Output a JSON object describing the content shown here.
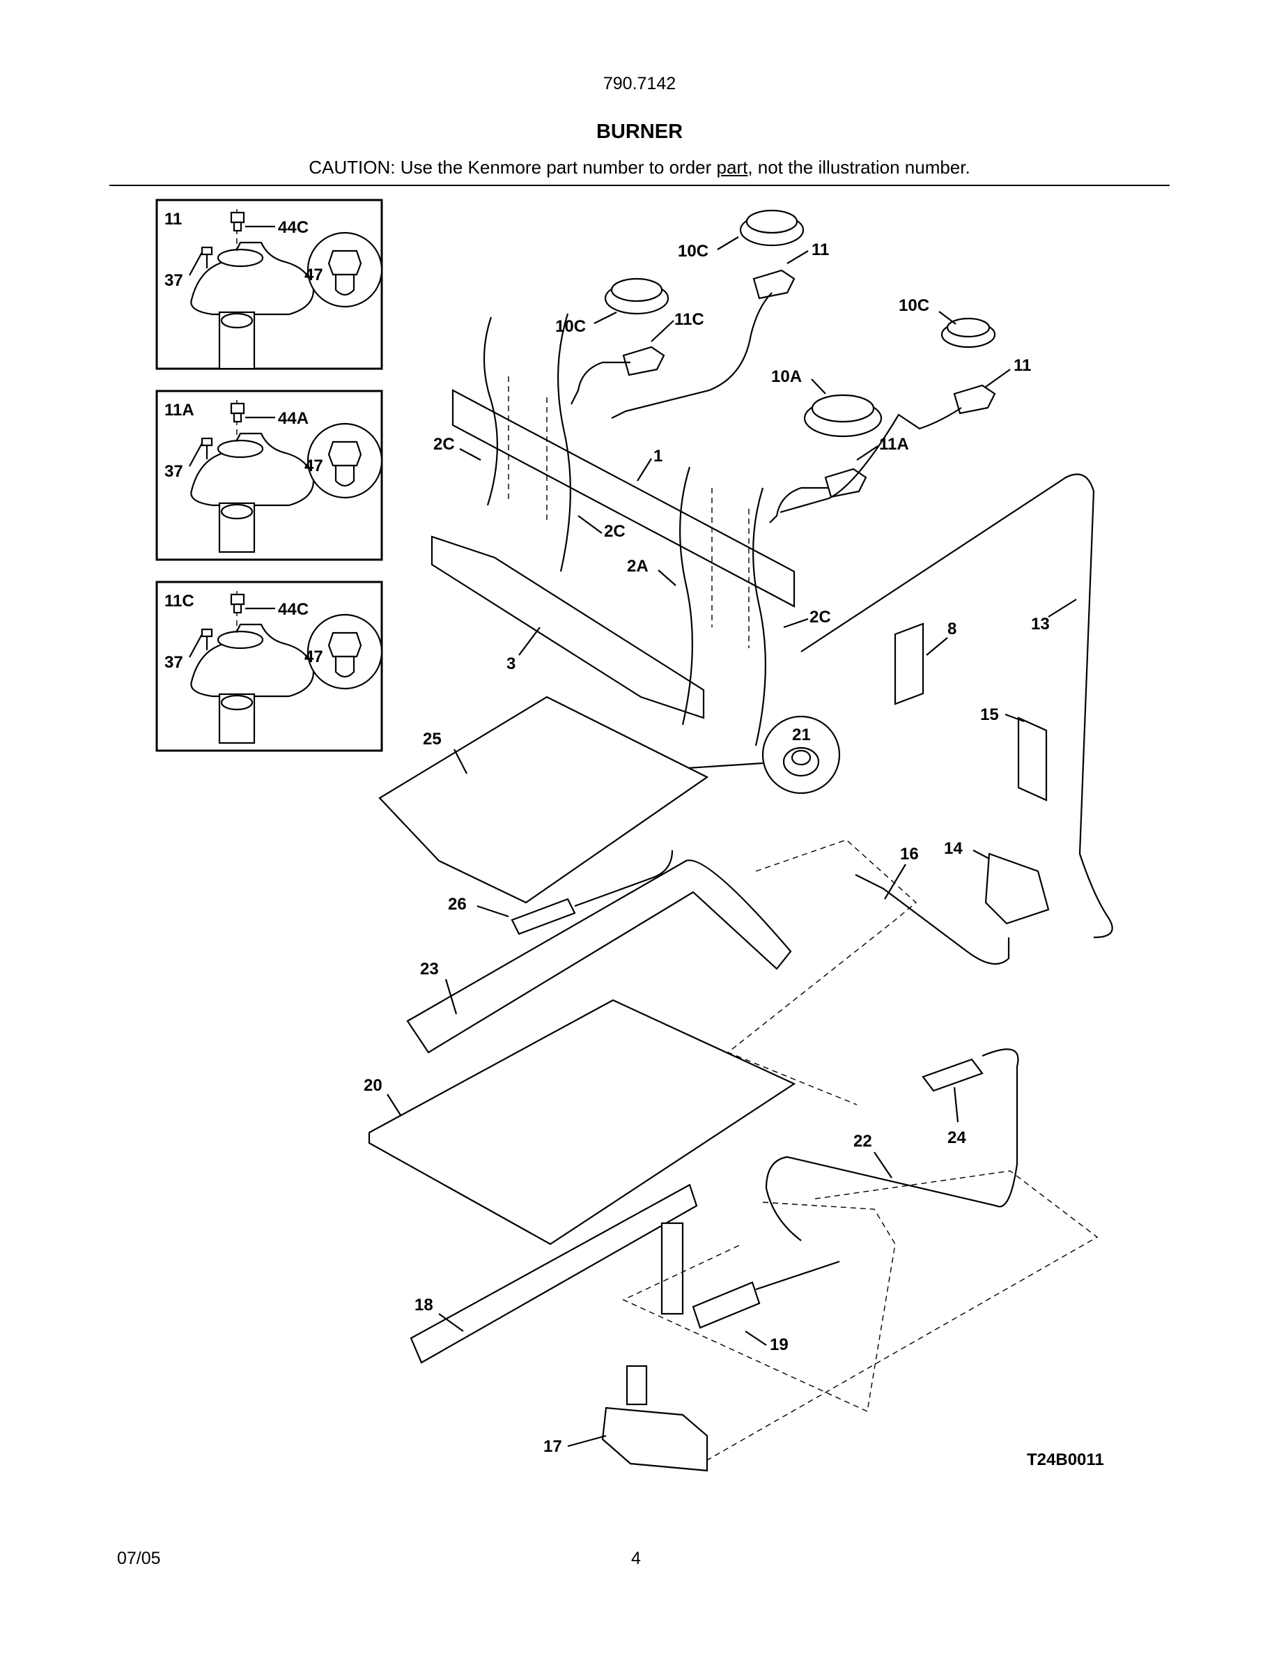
{
  "header": {
    "model_number": "790.7142",
    "section_title": "BURNER",
    "caution_before": "CAUTION: Use the Kenmore part number to order ",
    "caution_underlined": "part",
    "caution_after": ", not the illustration number."
  },
  "diagram": {
    "drawing_code": "T24B0011",
    "inset_boxes": [
      {
        "part_label": "11",
        "cap_label": "44C",
        "screw_label": "37",
        "orifice_label": "47"
      },
      {
        "part_label": "11A",
        "cap_label": "44A",
        "screw_label": "37",
        "orifice_label": "47"
      },
      {
        "part_label": "11C",
        "cap_label": "44C",
        "screw_label": "37",
        "orifice_label": "47"
      }
    ],
    "callouts": [
      "10C",
      "11",
      "10C",
      "11C",
      "10C",
      "11",
      "10A",
      "11A",
      "2C",
      "1",
      "2C",
      "2A",
      "2C",
      "3",
      "8",
      "13",
      "15",
      "21",
      "25",
      "26",
      "16",
      "14",
      "23",
      "20",
      "24",
      "22",
      "18",
      "19",
      "17"
    ]
  },
  "footer": {
    "date": "07/05",
    "page_number": "4"
  }
}
